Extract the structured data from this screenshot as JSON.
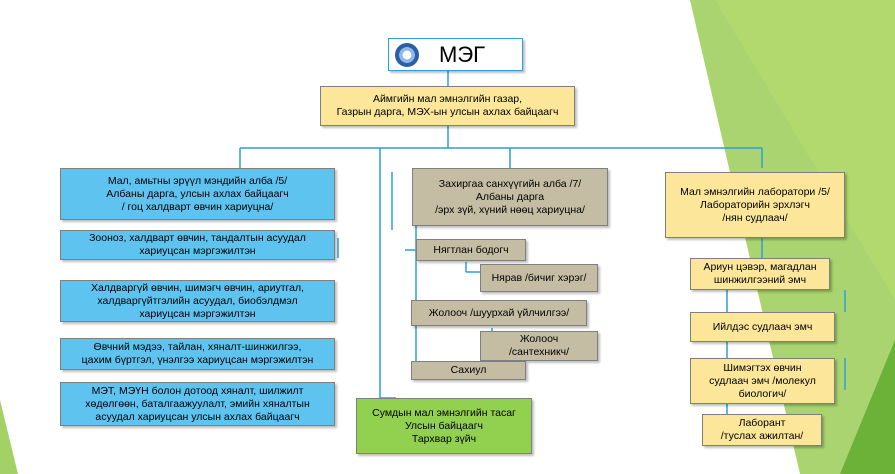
{
  "colors": {
    "blue_box": "#5fc3f0",
    "yellow_box": "#fce69a",
    "tan_box": "#c4bda3",
    "green_box": "#92d050",
    "connector": "#2e9fd8",
    "accent_green": "#7fc241"
  },
  "top": {
    "logo_icon": "emblem-icon",
    "title": "МЭГ"
  },
  "head": {
    "line1": "Аймгийн мал эмнэлгийн газар,",
    "line2": "Газрын дарга, МЭХ-ын улсын ахлах байцаагч"
  },
  "left": {
    "dept": {
      "line1": "Мал, амьтны эрүүл мэндийн алба /5/",
      "line2": "Албаны дарга, улсын ахлах байцаагч",
      "line3": "/ гоц халдварт өвчин хариуцна/"
    },
    "items": [
      {
        "line1": "Зооноз, халдварт өвчин, тандалтын асуудал",
        "line2": "хариуцсан мэргэжилтэн"
      },
      {
        "line1": "Халдваргүй өвчин, шимэгч өвчин, ариутгал,",
        "line2": "халдваргүйтгэлийн асуудал, биобэлдмэл",
        "line3": "хариуцсан мэргэжилтэн"
      },
      {
        "line1": "Өвчний мэдээ, тайлан, хяналт-шинжилгээ,",
        "line2": "цахим бүртгэл, үнэлгээ хариуцсан мэргэжилтэн"
      },
      {
        "line1": "МЭТ, МЭҮН болон дотоод хяналт, шилжилт",
        "line2": "хөдөлгөөн, баталгаажуулалт, эмийн хяналтын",
        "line3": "асуудал хариуцсан улсын ахлах байцаагч"
      }
    ]
  },
  "middle": {
    "dept": {
      "line1": "Захиргаа санхүүгийн алба /7/",
      "line2": "Албаны дарга",
      "line3": "/эрх зүй, хүний нөөц хариуцна/"
    },
    "items": [
      {
        "line1": "Нягтлан бодогч"
      },
      {
        "line1": "Нярав /бичиг хэрэг/"
      },
      {
        "line1": "Жолооч /шуурхай үйлчилгээ/"
      },
      {
        "line1": "Жолооч",
        "line2": "/сантехникч/"
      },
      {
        "line1": "Сахиул"
      }
    ]
  },
  "right": {
    "dept": {
      "line1": "Мал эмнэлгийн лаборатори /5/",
      "line2": "Лабораторийн эрхлэгч",
      "line3": "/нян судлаач/"
    },
    "items": [
      {
        "line1": "Ариун цэвэр, магадлан",
        "line2": "шинжилгээний эмч"
      },
      {
        "line1": "Ийлдэс судлаач эмч"
      },
      {
        "line1": "Шимэгтэх өвчин",
        "line2": "судлаач эмч /молекул",
        "line3": "биологич/"
      },
      {
        "line1": "Лаборант",
        "line2": "/туслах ажилтан/"
      }
    ]
  },
  "soum": {
    "line1": "Сумдын мал эмнэлгийн тасаг",
    "line2": "Улсын байцаагч",
    "line3": "Тархвар зүйч"
  }
}
